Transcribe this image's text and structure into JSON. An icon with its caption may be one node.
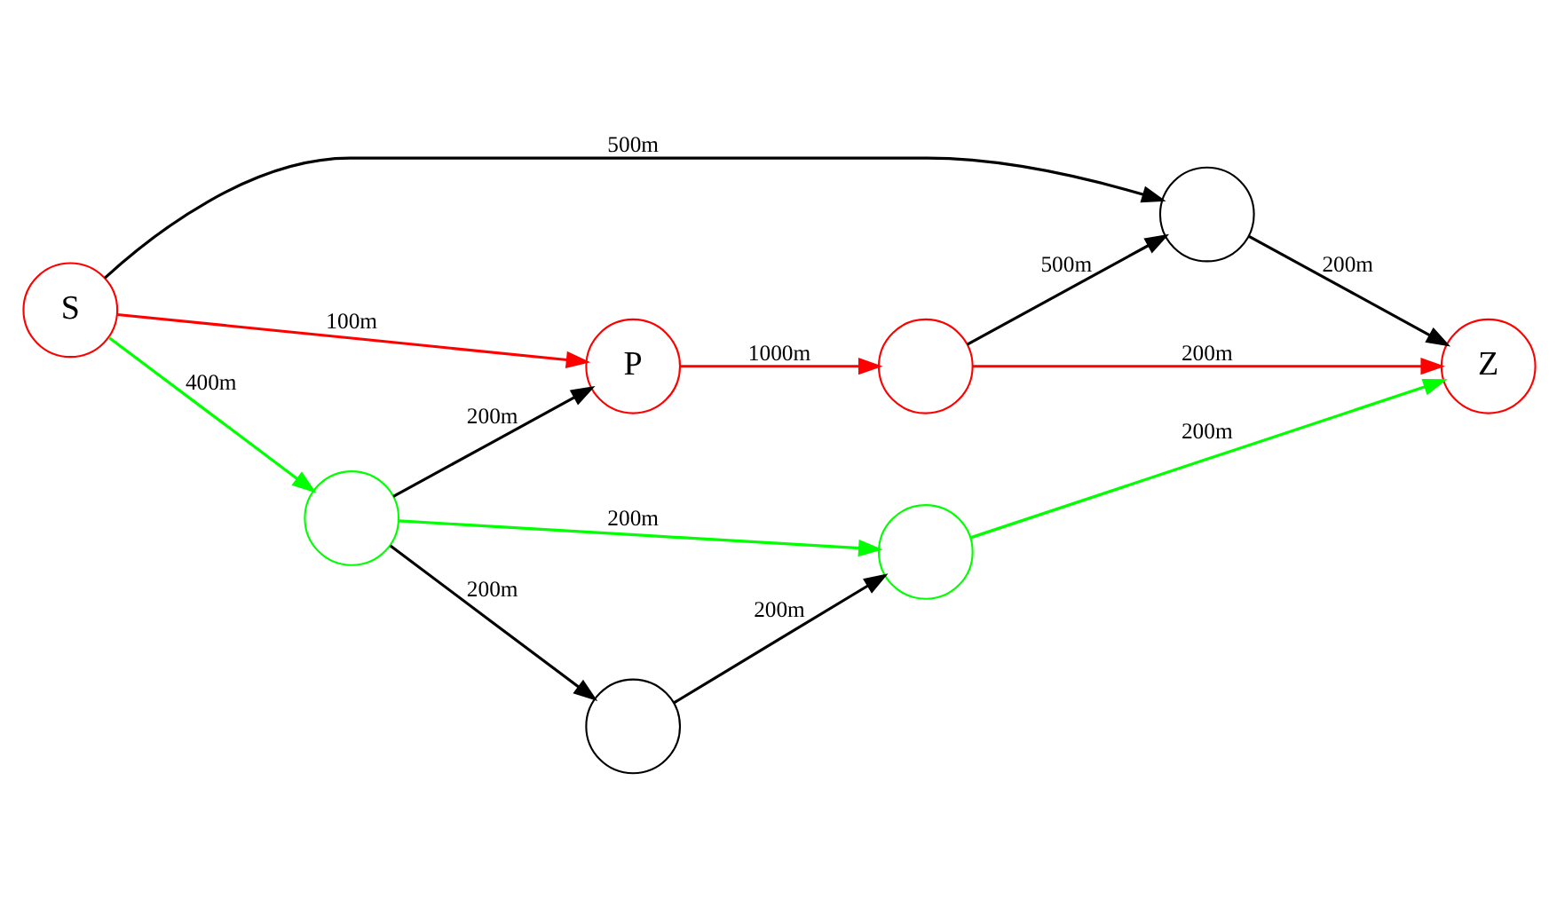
{
  "diagram": {
    "nodes": [
      {
        "text": [
          "S"
        ]
      },
      {
        "text": [],
        "shape": "circle"
      },
      {
        "text": [
          "P"
        ]
      },
      {
        "text": [],
        "shape": "circle"
      },
      {
        "text": [],
        "shape": "circle"
      },
      {
        "text": [
          "Z"
        ]
      },
      {
        "text": [],
        "shape": "circle"
      },
      {
        "text": [],
        "shape": "circle"
      }
    ],
    "edges": [
      {
        "from": 0,
        "to": 1,
        "arrow": "to",
        "label": "500m"
      },
      {
        "from": 0,
        "to": 2,
        "arrow": "to",
        "label": "100m",
        "color": "#ff0000"
      },
      {
        "from": 0,
        "to": 4,
        "arrow": "to",
        "label": "400m",
        "color": "#00ff00"
      },
      {
        "from": 4,
        "to": 2,
        "arrow": "to",
        "label": "200m"
      },
      {
        "from": 2,
        "to": 3,
        "arrow": "to",
        "label": "1000m",
        "color": "#ff0000"
      },
      {
        "from": 3,
        "to": 1,
        "arrow": "to",
        "label": "500m"
      },
      {
        "from": 3,
        "to": 5,
        "arrow": "to",
        "label": "200m",
        "color": "#ff0000"
      },
      {
        "from": 1,
        "to": 5,
        "arrow": "to",
        "label": "200m"
      },
      {
        "from": 4,
        "to": 6,
        "arrow": "to",
        "label": "200m",
        "color": "#00ff00"
      },
      {
        "from": 4,
        "to": 7,
        "arrow": "to",
        "label": "200m"
      },
      {
        "from": 7,
        "to": 6,
        "arrow": "to",
        "label": "200m"
      },
      {
        "from": 6,
        "to": 5,
        "arrow": "to",
        "label": "200m",
        "color": "#00ff00"
      }
    ]
  }
}
